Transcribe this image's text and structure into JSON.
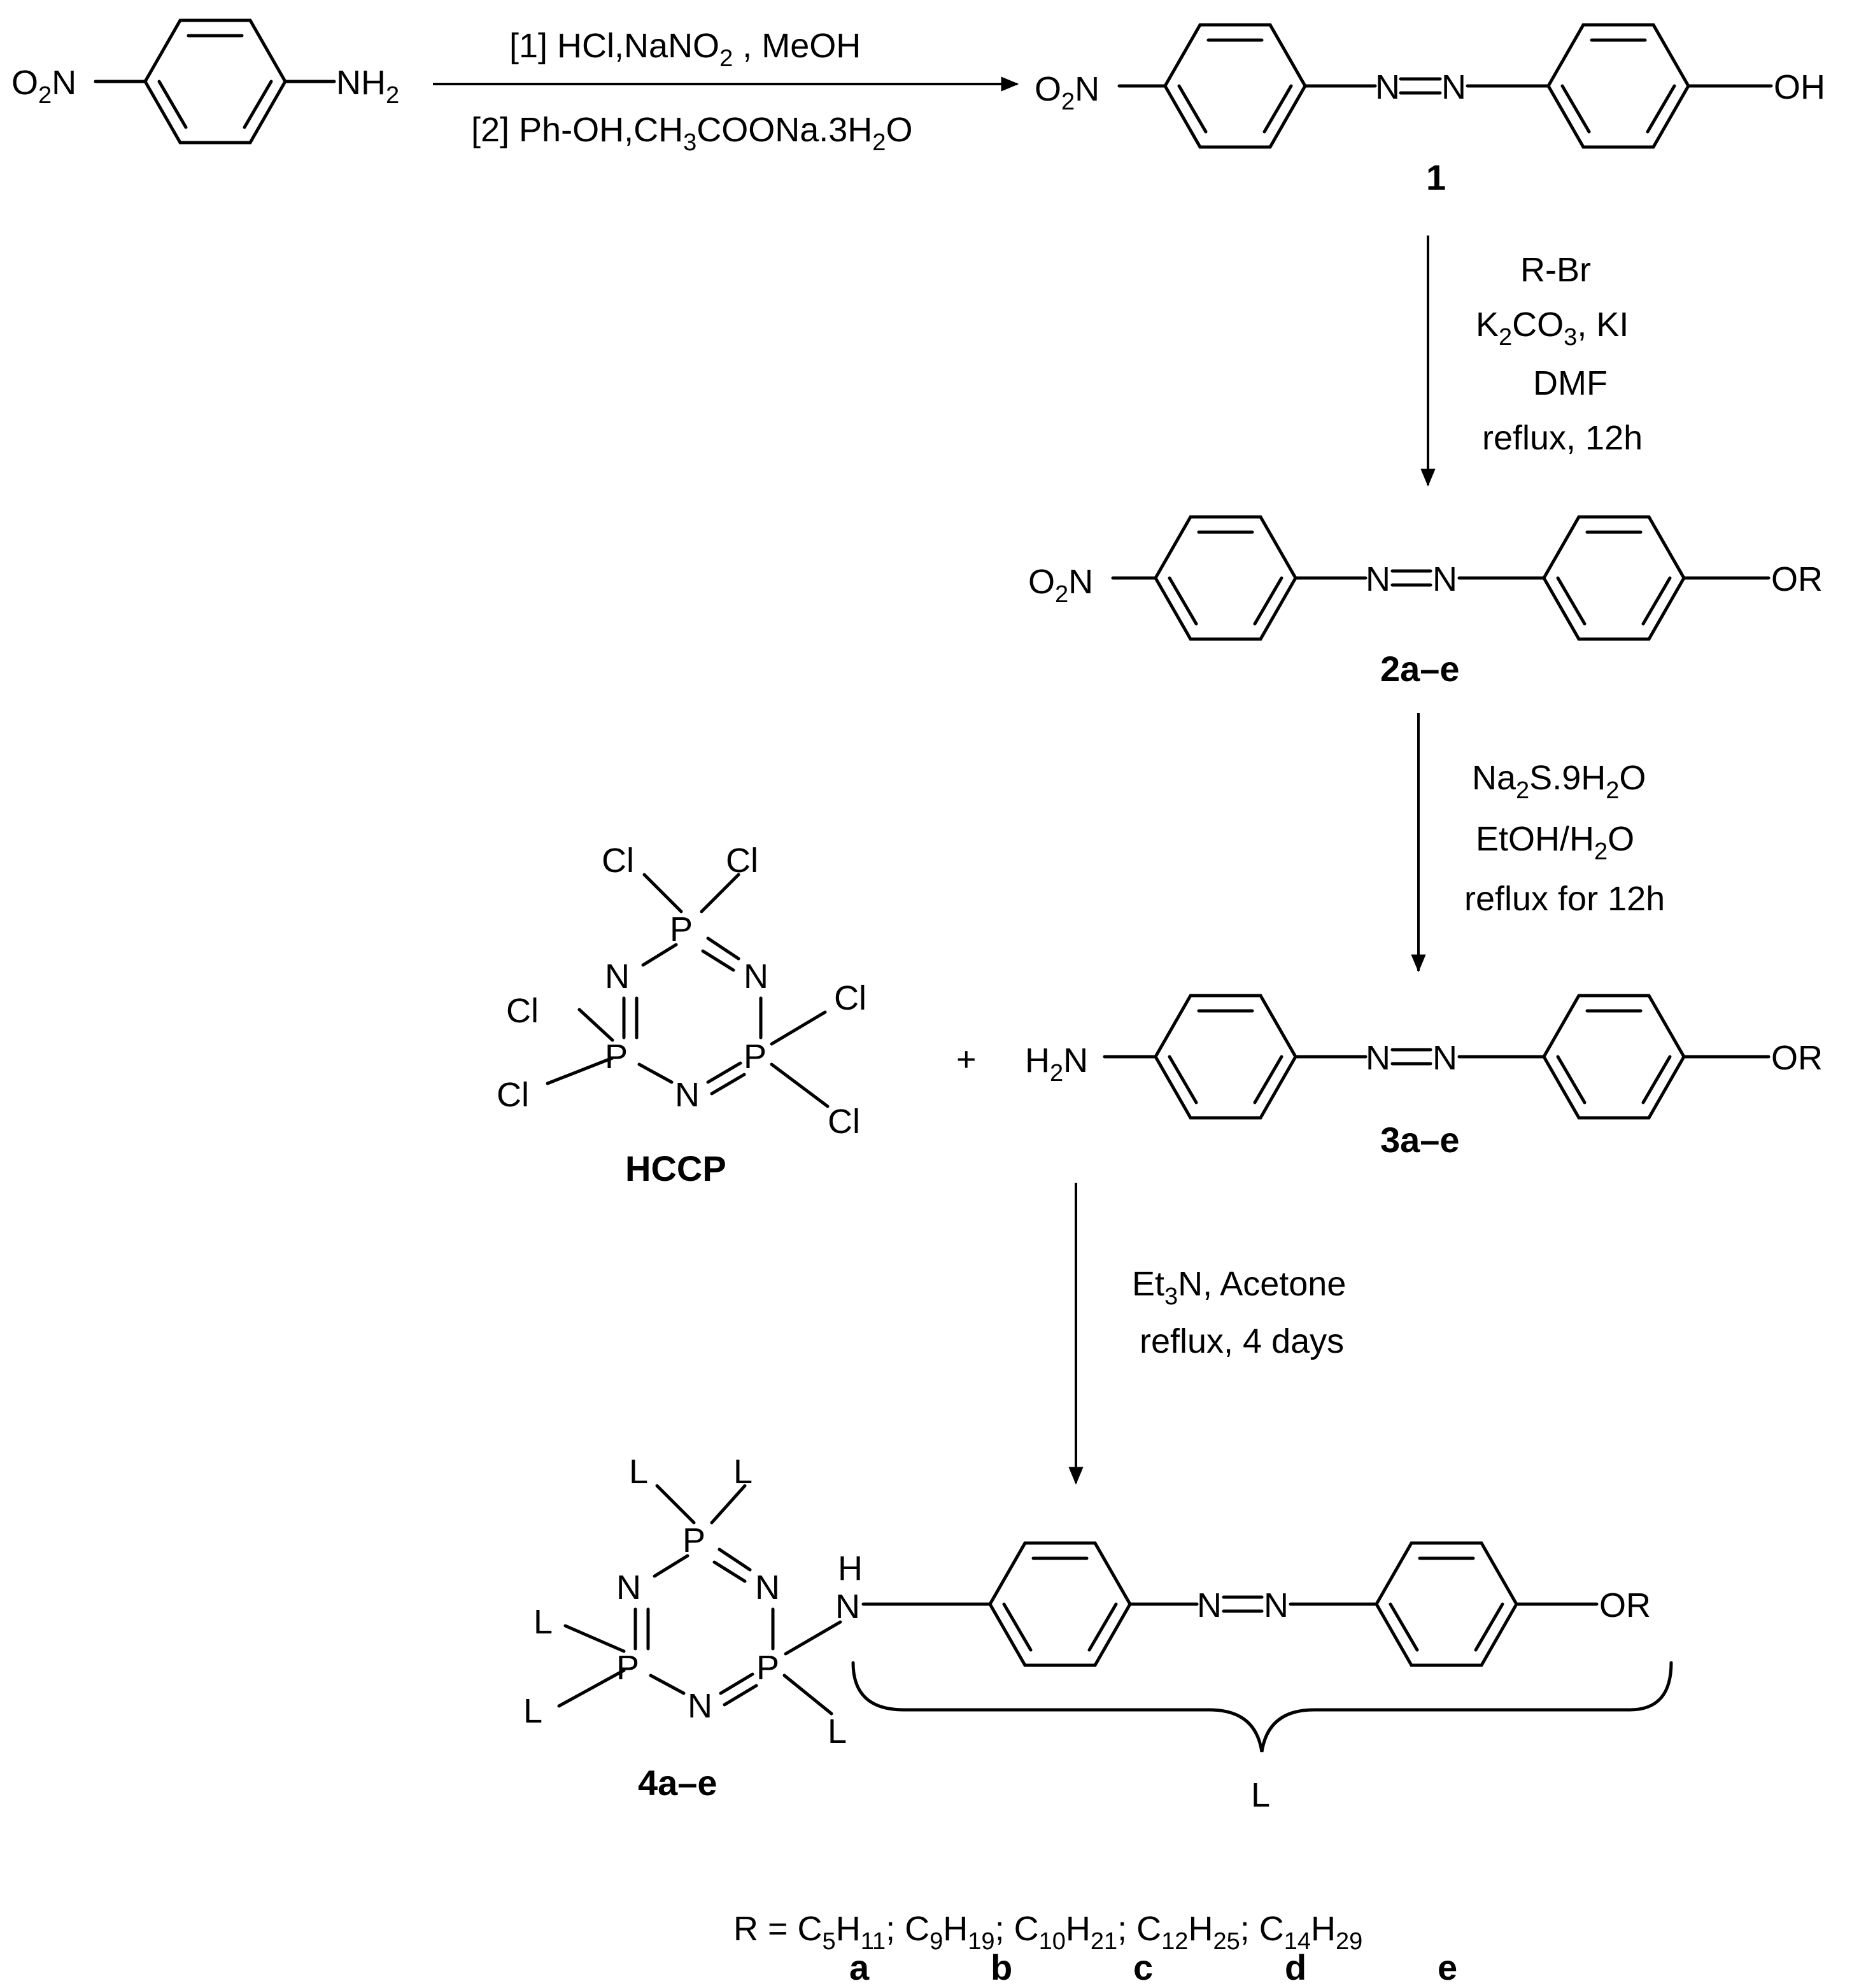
{
  "reagents": {
    "step1_line1": "[1] HCl,NaNO",
    "step1_line1_sub": "2",
    "step1_line1_tail": " , MeOH",
    "step1_line2_a": "[2] Ph-OH,CH",
    "step1_line2_sub1": "3",
    "step1_line2_b": "COONa.3H",
    "step1_line2_sub2": "2",
    "step1_line2_c": "O",
    "step2_line1": "R-Br",
    "step2_line2_a": "K",
    "step2_line2_sub1": "2",
    "step2_line2_b": "CO",
    "step2_line2_sub2": "3",
    "step2_line2_c": ", KI",
    "step2_line3": "DMF",
    "step2_line4": "reflux, 12h",
    "step3_line1_a": "Na",
    "step3_line1_sub1": "2",
    "step3_line1_b": "S.9H",
    "step3_line1_sub2": "2",
    "step3_line1_c": "O",
    "step3_line2_a": "EtOH/H",
    "step3_line2_sub": "2",
    "step3_line2_b": "O",
    "step3_line3": "reflux for 12h",
    "step4_line1_a": "Et",
    "step4_line1_sub": "3",
    "step4_line1_b": "N, Acetone",
    "step4_line2": "reflux, 4 days"
  },
  "compounds": {
    "c1": "1",
    "c2": "2a–e",
    "c3": "3a–e",
    "hccp": "HCCP",
    "c4": "4a–e",
    "plus": "+",
    "ligand": "L"
  },
  "atoms": {
    "o2n": "O",
    "o2n_sub": "2",
    "o2n_tail": "N",
    "nh2_head": "NH",
    "nh2_sub": "2",
    "h2n_head": "H",
    "h2n_sub": "2",
    "h2n_tail": "N",
    "oh": "OH",
    "or": "OR",
    "n": "N",
    "p": "P",
    "cl": "Cl",
    "l": "L",
    "h": "H"
  },
  "r_groups": {
    "prefix": "R = ",
    "items": [
      {
        "c": "5",
        "h": "11",
        "letter": "a"
      },
      {
        "c": "9",
        "h": "19",
        "letter": "b"
      },
      {
        "c": "10",
        "h": "21",
        "letter": "c"
      },
      {
        "c": "12",
        "h": "25",
        "letter": "d"
      },
      {
        "c": "14",
        "h": "29",
        "letter": "e"
      }
    ]
  }
}
